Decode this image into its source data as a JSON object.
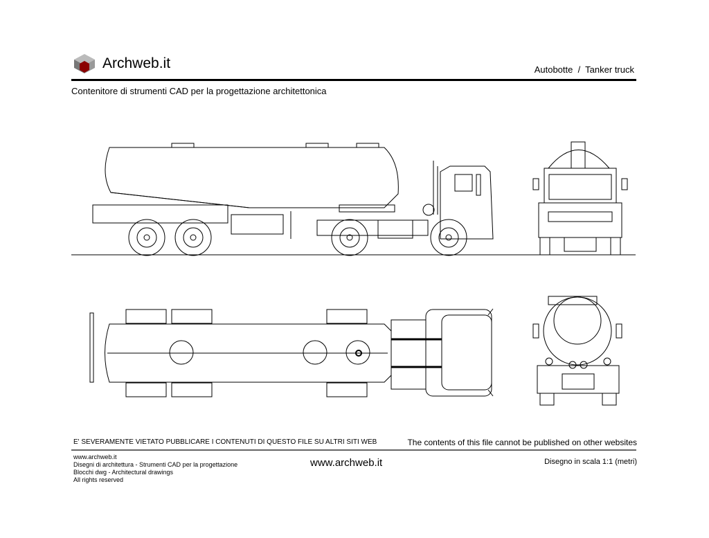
{
  "header": {
    "brand": "Archweb.it",
    "title": "Autobotte  /  Tanker truck",
    "subtitle": "Contenitore di strumenti CAD per la progettazione architettonica"
  },
  "footer": {
    "warning_it": "E' SEVERAMENTE VIETATO PUBBLICARE I CONTENUTI DI QUESTO FILE SU ALTRI SITI WEB",
    "warning_en": "The contents of this file cannot be published on other websites",
    "info": [
      "www.archweb.it",
      "Disegni di architettura - Strumenti CAD  per la progettazione",
      "Blocchi dwg - Architectural drawings",
      "All rights reserved"
    ],
    "site": "www.archweb.it",
    "scale": "Disegno in scala 1:1 (metri)"
  },
  "colors": {
    "logo_red": "#8b0000",
    "logo_grey": "#888888"
  }
}
